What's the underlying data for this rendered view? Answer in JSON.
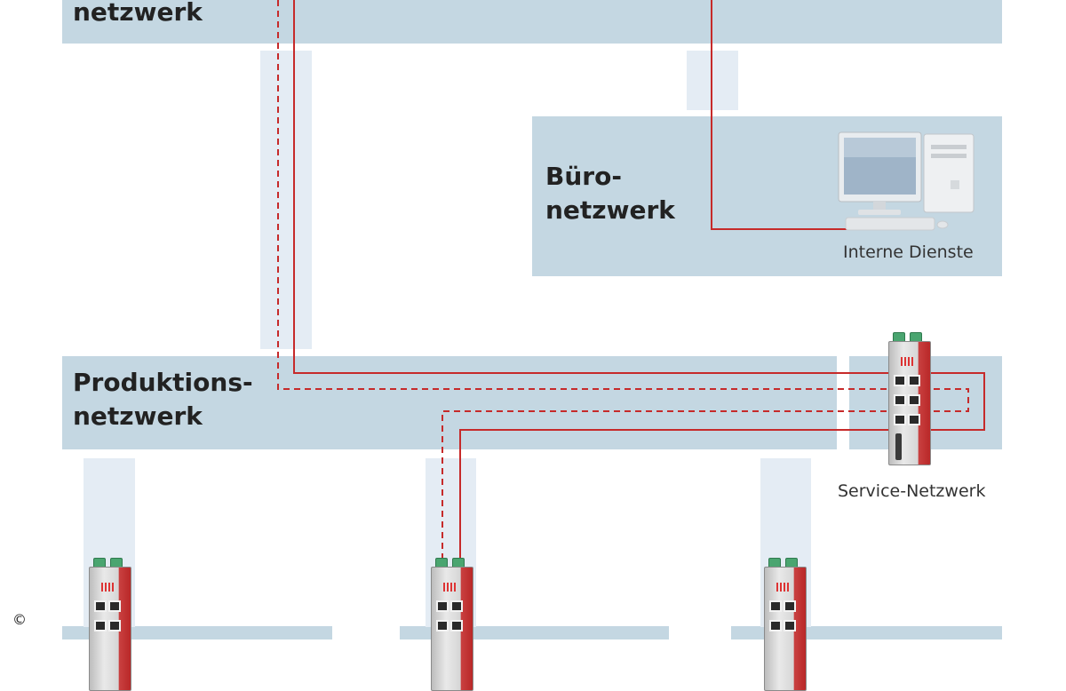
{
  "zones": {
    "internet_label": "netzwerk",
    "buero_label_line1": "Büro-",
    "buero_label_line2": "netzwerk",
    "produktion_label_line1": "Produktions-",
    "produktion_label_line2": "netzwerk"
  },
  "captions": {
    "interne_dienste": "Interne Dienste",
    "service_netzwerk": "Service-Netzwerk"
  },
  "icons": {
    "pc": "desktop-computer-icon",
    "gateway": "industrial-router-icon",
    "copyright": "©"
  },
  "colors": {
    "zone_fill": "#c4d7e2",
    "riser_fill": "#e4ecf4",
    "link_red": "#c62a2a",
    "text": "#222222"
  },
  "legend_lines": {
    "solid": "solid-connection",
    "dashed": "dashed-connection"
  }
}
